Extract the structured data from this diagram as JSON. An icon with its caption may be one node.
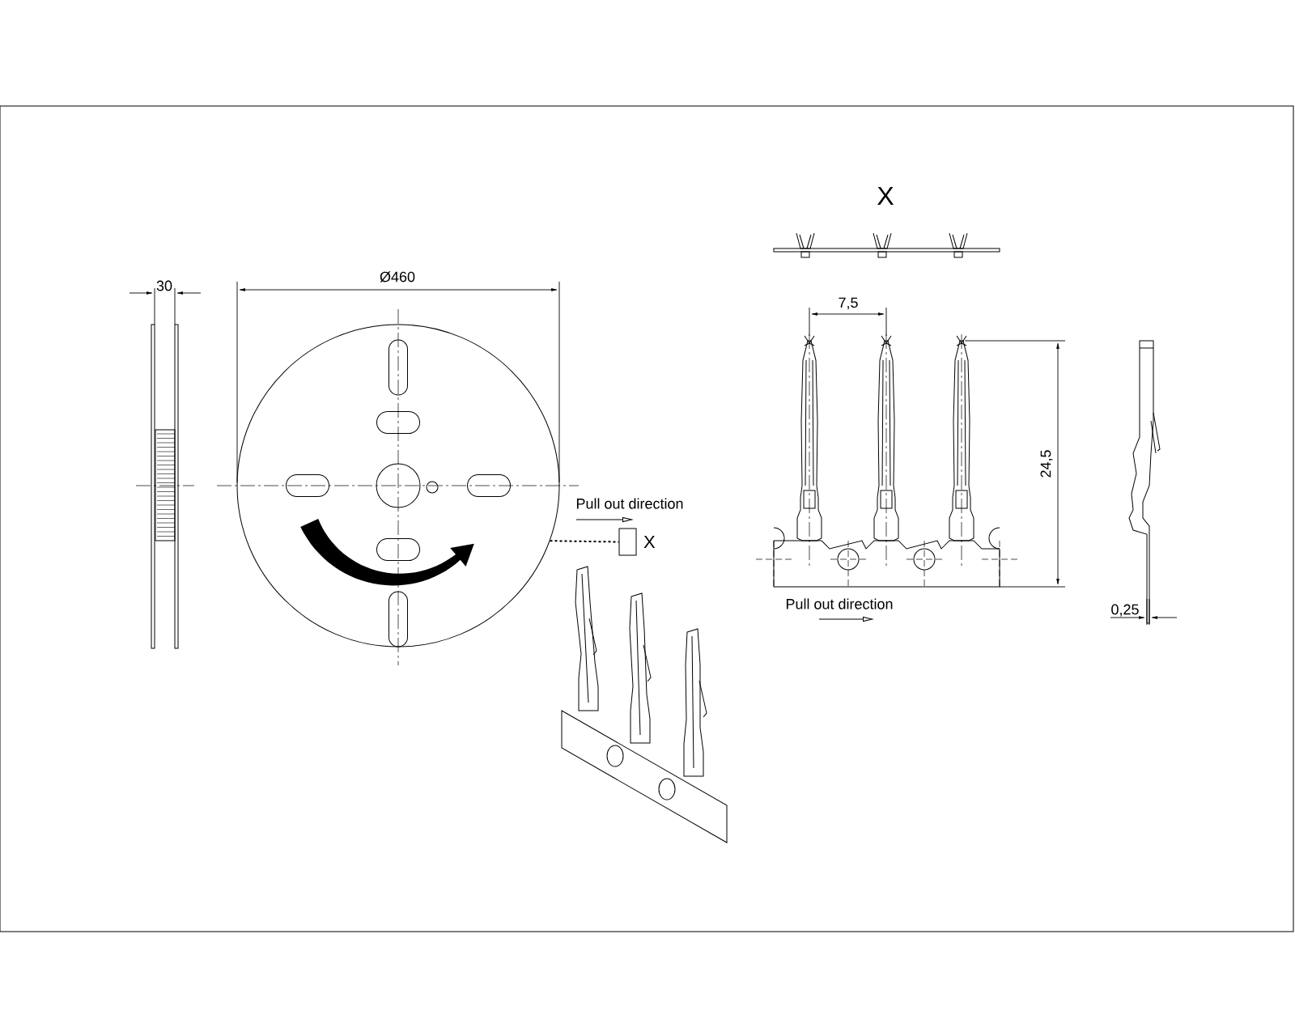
{
  "diagram": {
    "nodes": [
      {
        "text": [],
        "shape": "circle"
      },
      {
        "text": [],
        "shape": "box",
        "beside": [
          "X"
        ]
      }
    ],
    "edges": [
      {
        "from": 0,
        "to": 1,
        "arrow": "none",
        "style": "dashed"
      }
    ],
    "labels": [
      "X",
      "Ø460",
      "30",
      "7,5",
      "24,5",
      "Pull out direction",
      "Pull out direction",
      "0,25"
    ]
  }
}
